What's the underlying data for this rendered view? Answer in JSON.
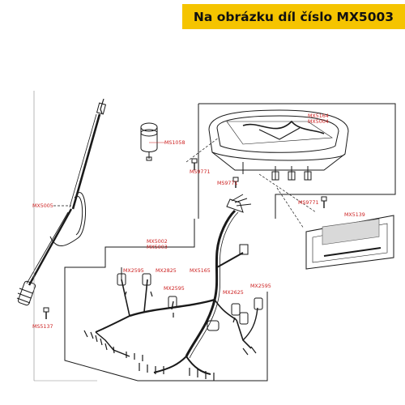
{
  "banner": {
    "text": "Na obrázku díl číslo MX5003",
    "color": "#f5c400"
  },
  "labels": {
    "mx5005": "MX5005",
    "ms5137": "MS5137",
    "ms1058": "MS1058",
    "ms9771_a": "MS9771",
    "ms9771_b": "MS9771",
    "ms9771_c": "MS9771",
    "mx5164": "MX5164",
    "mx5004": "MX5004",
    "mx5139": "MX5139",
    "mx5002": "MX5002",
    "mx5003": "MX5003",
    "mx2595_a": "MX2595",
    "mx2825": "MX2825",
    "mx5165": "MX5165",
    "mx2595_b": "MX2595",
    "mx2625": "MX2625",
    "mx2595_c": "MX2595"
  },
  "label_color": "#cc1e1e",
  "line_color": "#1a1a1a"
}
